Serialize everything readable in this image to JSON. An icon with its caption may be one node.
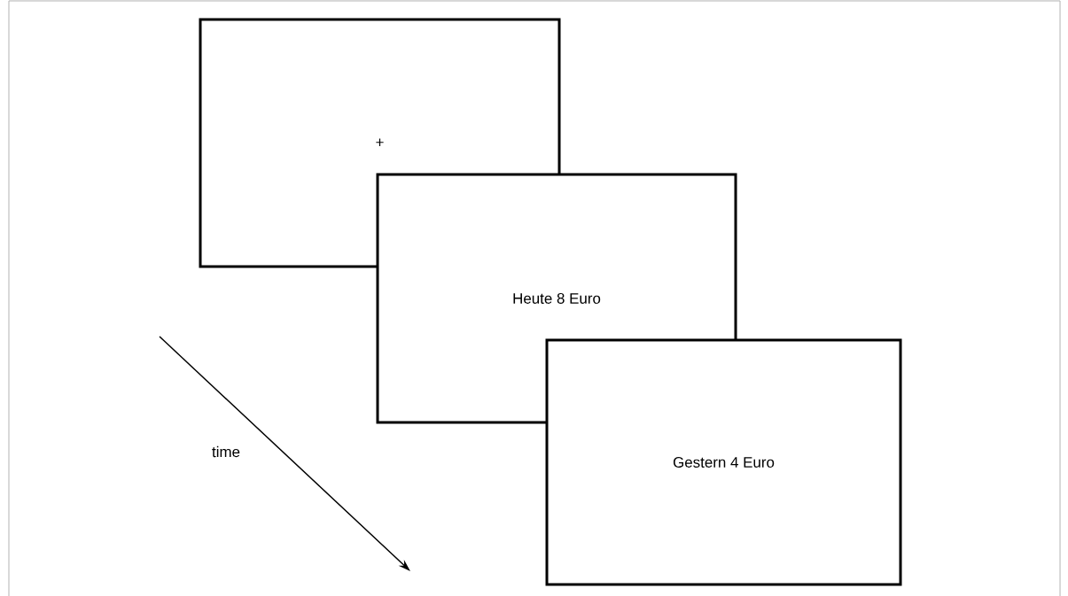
{
  "diagram": {
    "nodes": [
      {
        "text": [
          "+"
        ]
      },
      {
        "text": [
          "Heute 8 Euro"
        ]
      },
      {
        "text": [
          "Gestern 4 Euro"
        ]
      }
    ],
    "labels": [
      "time"
    ]
  }
}
